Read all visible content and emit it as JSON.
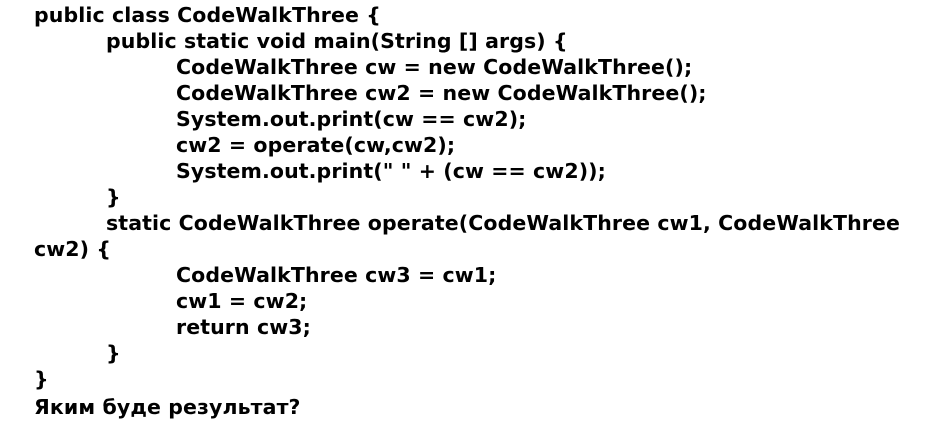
{
  "code": {
    "lines": [
      "public class CodeWalkThree {",
      "public static void main(String [] args) {",
      "CodeWalkThree cw = new CodeWalkThree();",
      "CodeWalkThree cw2 = new CodeWalkThree();",
      "System.out.print(cw == cw2);",
      "cw2 = operate(cw,cw2);",
      "System.out.print(\" \" + (cw == cw2));",
      "}",
      "static CodeWalkThree operate(CodeWalkThree cw1, CodeWalkThree",
      "cw2) {",
      "CodeWalkThree cw3 = cw1;",
      "cw1 = cw2;",
      "return cw3;",
      "}",
      "}"
    ]
  },
  "question": "Яким буде результат?"
}
